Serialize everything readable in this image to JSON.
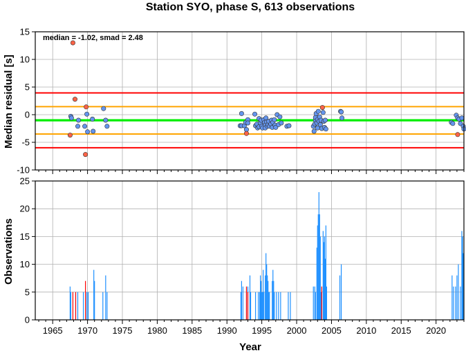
{
  "chart_data": [
    {
      "type": "scatter",
      "title": "Station SYO, phase S, 613 observations",
      "annotation": "median = -1.02, smad = 2.48",
      "xlabel": "",
      "ylabel": "Median residual [s]",
      "xlim": [
        1962.5,
        2024
      ],
      "ylim": [
        -10,
        15
      ],
      "yticks": [
        "-10",
        "-5",
        "0",
        "5",
        "10",
        "15"
      ],
      "grid": true,
      "reference_lines": [
        {
          "y": 3.94,
          "color": "#ff0000"
        },
        {
          "y": 1.46,
          "color": "#ffa500"
        },
        {
          "y": -1.02,
          "color": "#00ee00"
        },
        {
          "y": -3.5,
          "color": "#ffa500"
        },
        {
          "y": -5.98,
          "color": "#ff0000"
        }
      ],
      "series": [
        {
          "color": "#6495ed",
          "points": [
            [
              1967.6,
              -0.3
            ],
            [
              1967.7,
              -0.6
            ],
            [
              1968.6,
              -2.1
            ],
            [
              1968.7,
              -1.0
            ],
            [
              1969.6,
              -2.1
            ],
            [
              1969.9,
              0.1
            ],
            [
              1970.0,
              -3.1
            ],
            [
              1970.7,
              -0.8
            ],
            [
              1970.8,
              -3.0
            ],
            [
              1972.3,
              1.1
            ],
            [
              1972.6,
              -1.0
            ],
            [
              1972.8,
              -2.1
            ],
            [
              1991.9,
              -2.0
            ],
            [
              1992.1,
              -2.0
            ],
            [
              1992.1,
              0.2
            ],
            [
              1992.5,
              -2.0
            ],
            [
              1992.7,
              -1.4
            ],
            [
              1992.8,
              -2.7
            ],
            [
              1993.0,
              -0.9
            ],
            [
              1993.0,
              -1.5
            ],
            [
              1994.0,
              0.1
            ],
            [
              1994.1,
              -2.0
            ],
            [
              1994.3,
              -1.7
            ],
            [
              1994.4,
              -2.4
            ],
            [
              1994.6,
              -0.7
            ],
            [
              1994.6,
              -2.2
            ],
            [
              1994.8,
              -1.5
            ],
            [
              1994.9,
              -1.0
            ],
            [
              1995.0,
              -2.1
            ],
            [
              1995.1,
              -2.4
            ],
            [
              1995.3,
              -0.9
            ],
            [
              1995.4,
              -1.4
            ],
            [
              1995.5,
              -1.9
            ],
            [
              1995.5,
              -2.4
            ],
            [
              1995.6,
              -0.6
            ],
            [
              1995.7,
              -1.3
            ],
            [
              1995.8,
              -2.1
            ],
            [
              1995.9,
              -1.8
            ],
            [
              1996.0,
              -1.2
            ],
            [
              1996.1,
              -2.1
            ],
            [
              1996.3,
              -1.7
            ],
            [
              1996.4,
              -1.0
            ],
            [
              1996.5,
              -2.3
            ],
            [
              1996.6,
              -1.4
            ],
            [
              1996.8,
              -0.9
            ],
            [
              1996.9,
              -1.9
            ],
            [
              1997.0,
              -2.3
            ],
            [
              1997.2,
              0.0
            ],
            [
              1997.4,
              -1.8
            ],
            [
              1997.6,
              -0.4
            ],
            [
              1997.8,
              -1.5
            ],
            [
              1998.6,
              -2.1
            ],
            [
              1998.9,
              -2.0
            ],
            [
              2002.4,
              -2.1
            ],
            [
              2002.5,
              -3.0
            ],
            [
              2002.6,
              -1.7
            ],
            [
              2002.7,
              -1.0
            ],
            [
              2002.7,
              -0.5
            ],
            [
              2002.8,
              0.2
            ],
            [
              2002.9,
              -1.5
            ],
            [
              2003.0,
              -0.9
            ],
            [
              2003.0,
              -2.4
            ],
            [
              2003.1,
              0.6
            ],
            [
              2003.2,
              -1.2
            ],
            [
              2003.3,
              -0.4
            ],
            [
              2003.4,
              -1.8
            ],
            [
              2003.5,
              -1.0
            ],
            [
              2003.6,
              -2.5
            ],
            [
              2003.8,
              0.4
            ],
            [
              2003.9,
              -1.2
            ],
            [
              2004.0,
              -2.3
            ],
            [
              2004.1,
              -1.0
            ],
            [
              2004.2,
              -2.6
            ],
            [
              2006.3,
              0.6
            ],
            [
              2006.4,
              0.5
            ],
            [
              2006.5,
              -0.6
            ],
            [
              2022.2,
              -1.4
            ],
            [
              2022.4,
              -1.6
            ],
            [
              2022.9,
              -0.1
            ],
            [
              2023.1,
              -0.6
            ],
            [
              2023.3,
              -0.8
            ],
            [
              2023.5,
              -1.6
            ],
            [
              2023.7,
              -0.6
            ],
            [
              2023.9,
              -2.1
            ],
            [
              2024.0,
              -2.6
            ]
          ]
        },
        {
          "color": "#ff6347",
          "points": [
            [
              1967.5,
              -3.7
            ],
            [
              1967.9,
              13.0
            ],
            [
              1968.2,
              2.8
            ],
            [
              1969.8,
              1.4
            ],
            [
              1969.7,
              -7.2
            ],
            [
              1992.8,
              -3.4
            ],
            [
              2003.7,
              1.3
            ],
            [
              2023.1,
              -3.6
            ]
          ]
        }
      ]
    },
    {
      "type": "bar",
      "title": "",
      "xlabel": "Year",
      "ylabel": "Observations",
      "xlim": [
        1962.5,
        2024
      ],
      "ylim": [
        0,
        25
      ],
      "yticks": [
        "0",
        "5",
        "10",
        "15",
        "20",
        "25"
      ],
      "xticks": [
        "1965",
        "1970",
        "1975",
        "1980",
        "1985",
        "1990",
        "1995",
        "2000",
        "2005",
        "2010",
        "2015",
        "2020"
      ],
      "grid": true,
      "series": [
        {
          "color": "#1e90ff",
          "bars": [
            [
              1967.5,
              6
            ],
            [
              1967.6,
              5
            ],
            [
              1968.3,
              5
            ],
            [
              1968.6,
              5
            ],
            [
              1969.4,
              5
            ],
            [
              1969.9,
              5
            ],
            [
              1970.1,
              5
            ],
            [
              1970.9,
              9
            ],
            [
              1971.0,
              7
            ],
            [
              1972.2,
              5
            ],
            [
              1972.6,
              8
            ],
            [
              1972.8,
              5
            ],
            [
              1992.0,
              5
            ],
            [
              1992.1,
              7
            ],
            [
              1992.3,
              6
            ],
            [
              1992.8,
              5
            ],
            [
              1993.0,
              6
            ],
            [
              1993.3,
              8
            ],
            [
              1993.4,
              5
            ],
            [
              1994.1,
              5
            ],
            [
              1994.5,
              5
            ],
            [
              1994.7,
              5
            ],
            [
              1994.8,
              8
            ],
            [
              1994.9,
              7
            ],
            [
              1995.0,
              5
            ],
            [
              1995.1,
              5
            ],
            [
              1995.2,
              9
            ],
            [
              1995.3,
              5
            ],
            [
              1995.5,
              8
            ],
            [
              1995.6,
              12
            ],
            [
              1995.7,
              10
            ],
            [
              1995.8,
              8
            ],
            [
              1995.9,
              7
            ],
            [
              1996.0,
              5
            ],
            [
              1996.1,
              5
            ],
            [
              1996.5,
              7
            ],
            [
              1996.6,
              9
            ],
            [
              1996.7,
              7
            ],
            [
              1996.8,
              5
            ],
            [
              1997.1,
              5
            ],
            [
              1997.4,
              5
            ],
            [
              1997.7,
              5
            ],
            [
              1998.8,
              5
            ],
            [
              1999.1,
              5
            ],
            [
              2002.4,
              6
            ],
            [
              2002.6,
              6
            ],
            [
              2002.7,
              5
            ],
            [
              2002.9,
              13
            ],
            [
              2003.0,
              17
            ],
            [
              2003.1,
              19
            ],
            [
              2003.2,
              23
            ],
            [
              2003.3,
              19
            ],
            [
              2003.4,
              15
            ],
            [
              2003.5,
              5
            ],
            [
              2003.8,
              16
            ],
            [
              2003.9,
              14
            ],
            [
              2004.0,
              15
            ],
            [
              2004.1,
              11
            ],
            [
              2004.2,
              17
            ],
            [
              2004.3,
              6
            ],
            [
              2006.2,
              8
            ],
            [
              2006.4,
              10
            ],
            [
              2022.3,
              8
            ],
            [
              2022.5,
              6
            ],
            [
              2022.8,
              6
            ],
            [
              2023.0,
              8
            ],
            [
              2023.2,
              10
            ],
            [
              2023.5,
              6
            ],
            [
              2023.7,
              16
            ],
            [
              2023.8,
              15
            ],
            [
              2023.9,
              12
            ]
          ]
        },
        {
          "color": "#ff0000",
          "bars": [
            [
              1967.9,
              5
            ],
            [
              1968.3,
              5
            ],
            [
              1969.7,
              7
            ],
            [
              1992.8,
              6
            ],
            [
              1993.0,
              5
            ],
            [
              2003.6,
              6
            ]
          ]
        }
      ]
    }
  ]
}
